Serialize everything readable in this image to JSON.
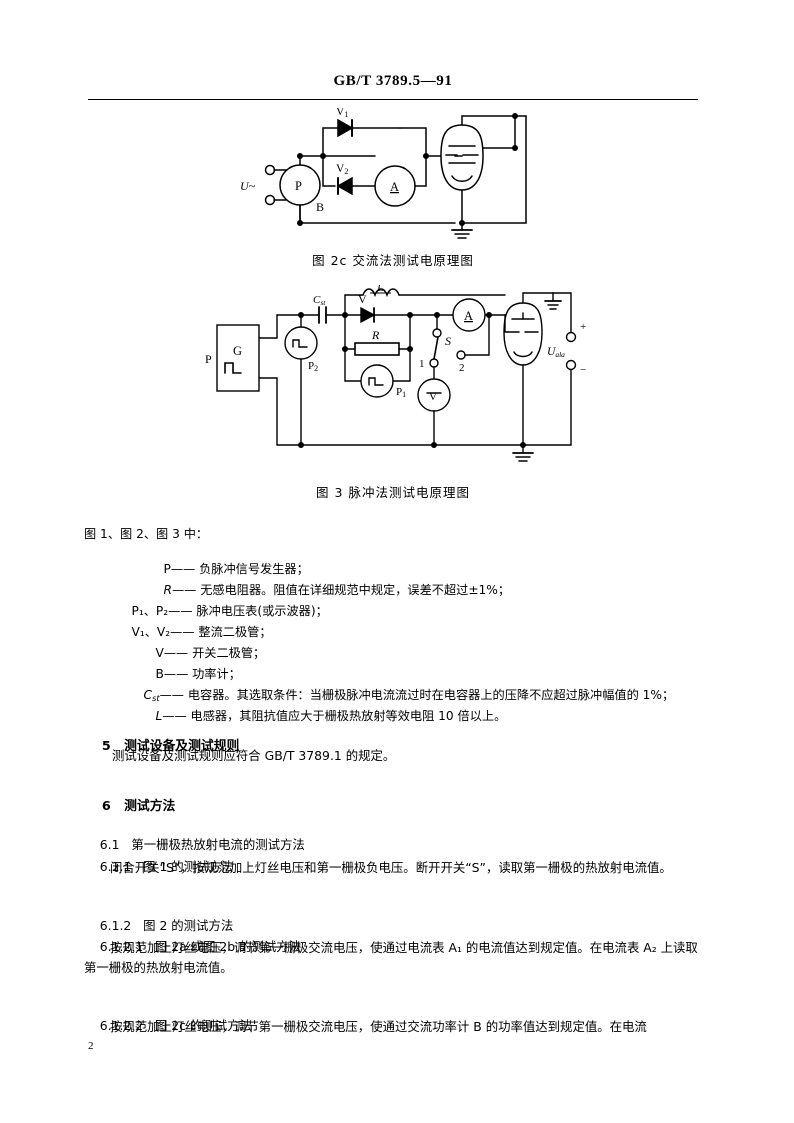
{
  "header": {
    "standard_number": "GB/T 3789.5—91"
  },
  "figures": [
    {
      "id": "figure-2c",
      "caption": "图 2c 交流法测试电原理图",
      "labels": {
        "source": "U~",
        "power_meter": "P",
        "power_meter_b": "B",
        "diode_1": "V",
        "diode_1_sub": "1",
        "diode_2": "V",
        "diode_2_sub": "2",
        "ammeter": "A"
      }
    },
    {
      "id": "figure-3",
      "caption": "图 3  脉冲法测试电原理图",
      "labels": {
        "generator_p": "P",
        "generator_g": "G",
        "capacitor": "C",
        "capacitor_sub": "st",
        "diode": "V",
        "resistor": "R",
        "pulse_meter_1": "P",
        "pulse_meter_1_sub": "1",
        "pulse_meter_2": "P",
        "pulse_meter_2_sub": "2",
        "inductor": "L",
        "ammeter": "A",
        "voltmeter": "V",
        "switch": "S",
        "switch_pos_1": "1",
        "switch_pos_2": "2",
        "filament_voltage": "U",
        "filament_voltage_sub": "ala",
        "terminal_plus": "+",
        "terminal_minus": "−"
      }
    }
  ],
  "legend": {
    "intro": "图 1、图 2、图 3 中：",
    "items": [
      {
        "symbol": "P",
        "symbol_sub": "",
        "desc": "—— 负脉冲信号发生器；",
        "italic": false
      },
      {
        "symbol": "R",
        "symbol_sub": "",
        "desc": "—— 无感电阻器。阻值在详细规范中规定，误差不超过±1%；",
        "italic": true
      },
      {
        "symbol": "P₁、P₂",
        "symbol_sub": "",
        "desc": "—— 脉冲电压表(或示波器)；",
        "italic": false
      },
      {
        "symbol": "V₁、V₂",
        "symbol_sub": "",
        "desc": "—— 整流二极管；",
        "italic": false
      },
      {
        "symbol": "V",
        "symbol_sub": "",
        "desc": "—— 开关二极管；",
        "italic": false
      },
      {
        "symbol": "B",
        "symbol_sub": "",
        "desc": "—— 功率计；",
        "italic": false
      },
      {
        "symbol": "C",
        "symbol_sub": "st",
        "desc": "—— 电容器。其选取条件：当栅极脉冲电流流过时在电容器上的压降不应超过脉冲幅值的 1%；",
        "italic": true
      },
      {
        "symbol": "L",
        "symbol_sub": "",
        "desc": "—— 电感器，其阻抗值应大于栅极热放射等效电阻 10 倍以上。",
        "italic": true
      }
    ]
  },
  "sections": [
    {
      "number": "5",
      "title": "测试设备及测试规则",
      "body": "测试设备及测试规则应符合 GB/T 3789.1 的规定。"
    },
    {
      "number": "6",
      "title": "测试方法",
      "body": ""
    }
  ],
  "subsections": [
    {
      "number": "6.1",
      "title": "第一栅极热放射电流的测试方法",
      "body": ""
    },
    {
      "number": "6.1.1",
      "title": "图 1 的测试方法",
      "body": "闭合开关“S”，按规范加上灯丝电压和第一栅极负电压。断开开关“S”，读取第一栅极的热放射电流值。"
    },
    {
      "number": "6.1.2",
      "title": "图 2 的测试方法",
      "body": ""
    },
    {
      "number": "6.1.2.1",
      "title": "图 2a 或图 2b 的测试方法",
      "body": "按规范加上灯丝电压，调节第一栅极交流电压，使通过电流表 A₁ 的电流值达到规定值。在电流表 A₂ 上读取第一栅极的热放射电流值。"
    },
    {
      "number": "6.1.2.2",
      "title": "图 2c 的测试方法",
      "body": "按规范加上灯丝电压，调节第一栅极交流电压，使通过交流功率计 B 的功率值达到规定值。在电流"
    }
  ],
  "footer": {
    "page_number": "2"
  }
}
